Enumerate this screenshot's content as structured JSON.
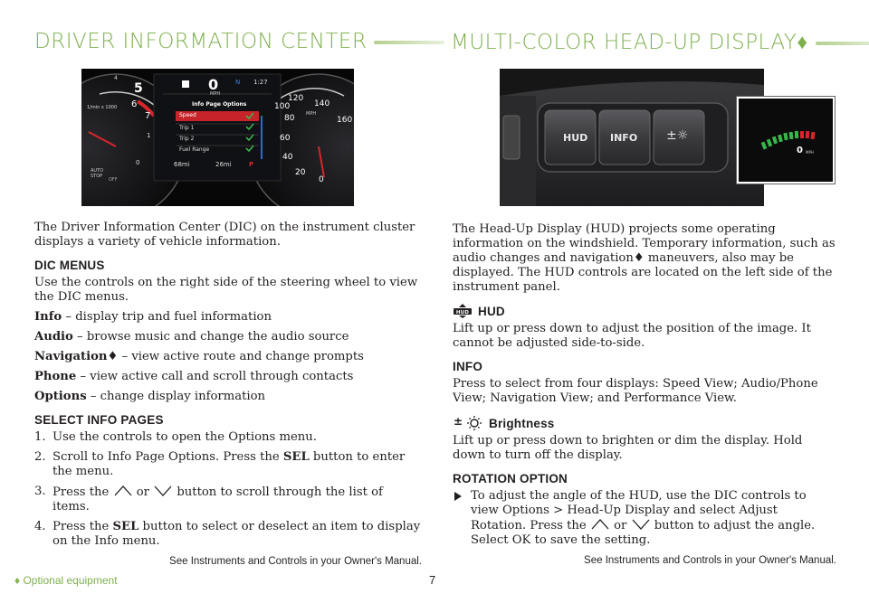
{
  "left": {
    "heading": "DRIVER INFORMATION CENTER",
    "intro": "The Driver Information Center (DIC) on the instrument cluster displays a variety of vehicle information.",
    "dic_menus_title": "DIC MENUS",
    "dic_menus_text": "Use the controls on the right side of the steering wheel to view the DIC menus.",
    "menus": [
      {
        "term": "Info",
        "desc": " – display trip and fuel information",
        "mark": ""
      },
      {
        "term": "Audio",
        "desc": " – browse music and change the audio source",
        "mark": ""
      },
      {
        "term": "Navigation",
        "desc": " – view active route and change prompts",
        "mark": "♦"
      },
      {
        "term": "Phone",
        "desc": " – view active call and scroll through contacts",
        "mark": ""
      },
      {
        "term": "Options",
        "desc": " – change display information",
        "mark": ""
      }
    ],
    "select_title": "SELECT INFO PAGES",
    "steps": {
      "s1": {
        "num": "1.",
        "text": "Use the controls to open the Options menu."
      },
      "s2": {
        "num": "2.",
        "pre": "Scroll to Info Page Options. Press the ",
        "bold": "SEL",
        "post": " button to enter the menu."
      },
      "s3": {
        "num": "3.",
        "pre": "Press the ",
        "mid": " or ",
        "post": " button to scroll through the list of items."
      },
      "s4": {
        "num": "4.",
        "pre": "Press the ",
        "bold": "SEL",
        "post": " button to select or deselect an item to display on the Info menu."
      }
    },
    "note": "See Instruments and Controls in your Owner's Manual."
  },
  "dash": {
    "gear": "5",
    "speed": "0",
    "speed_unit": "MPH",
    "gear_n": "N",
    "time": "1:27",
    "rpm_label": "1/min x 1000",
    "menu_title": "Info Page Options",
    "menu_items": [
      "Speed",
      "Trip 1",
      "Trip 2",
      "Fuel Range"
    ],
    "range": "68mi",
    "trip": "26mi",
    "park": "P",
    "auto_stop": "AUTO STOP",
    "off": "OFF",
    "speedo_ticks": [
      "120",
      "140",
      "100",
      "80",
      "60",
      "40",
      "20",
      "0",
      "160"
    ],
    "speedo_unit": "MPH",
    "tach_ticks": [
      "6",
      "7",
      "1",
      "0",
      "4"
    ]
  },
  "right": {
    "heading": "MULTI-COLOR HEAD-UP DISPLAY",
    "heading_mark": "♦",
    "intro_pre": "The Head-Up Display (HUD) projects some operating information on the windshield. Temporary information, such as audio changes and navigation",
    "intro_mark": "♦",
    "intro_post": " maneuvers, also may be displayed. The HUD controls are located on the left side of the instrument panel.",
    "hud_title": "HUD",
    "hud_icon_label": "HUD",
    "hud_text": "Lift up or press down to adjust the position of the image. It cannot be adjusted side-to-side.",
    "info_title": "INFO",
    "info_text": "Press to select from four displays: Speed View; Audio/Phone View; Navigation View; and Performance View.",
    "brightness_title": "Brightness",
    "brightness_text": "Lift up or press down to brighten or dim the display. Hold down to turn off the display.",
    "rotation_title": "ROTATION OPTION",
    "rotation_pre": "To adjust the angle of the HUD, use the DIC controls to view Options > Head-Up Display and select Adjust Rotation. Press the ",
    "rotation_mid": " or ",
    "rotation_post": " button to adjust the angle. Select OK to save the setting.",
    "note": "See Instruments and Controls in your Owner's Manual."
  },
  "hud_photo": {
    "btn_hud": "HUD",
    "btn_info": "INFO",
    "btn_bright": "±☼"
  },
  "hud_inset": {
    "speed": "0",
    "unit": "MPH"
  },
  "footer": {
    "optional": "♦ Optional equipment",
    "page": "7"
  },
  "colors": {
    "heading": "#7fb04f",
    "check_green": "#39b54a",
    "menu_red": "#d7262b"
  }
}
